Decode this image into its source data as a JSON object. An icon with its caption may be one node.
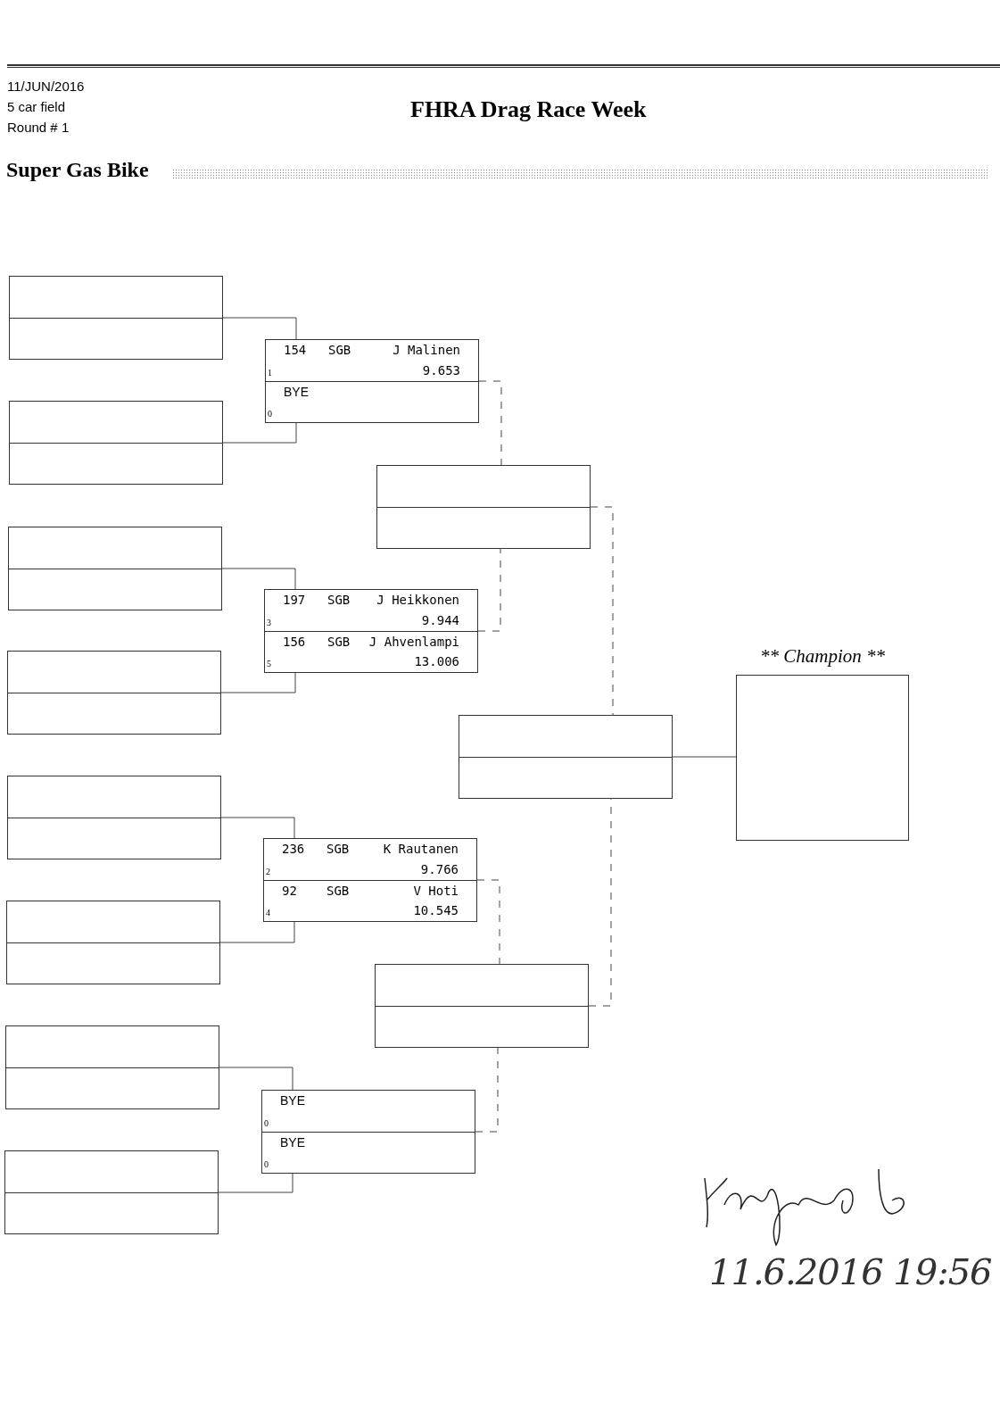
{
  "diagram": {
    "title": "FHRA Drag Race Week",
    "nodes": [
      {
        "text": [],
        "shape": "box"
      },
      {
        "text": [],
        "shape": "box"
      },
      {
        "text": [],
        "shape": "box"
      },
      {
        "text": [],
        "shape": "box"
      },
      {
        "text": [],
        "shape": "box"
      },
      {
        "text": [],
        "shape": "box"
      },
      {
        "text": [],
        "shape": "box"
      },
      {
        "text": [],
        "shape": "box"
      },
      {
        "text": [],
        "shape": "box"
      },
      {
        "text": [
          "154",
          "SGB",
          "J Malinen",
          "1",
          "9.653"
        ],
        "in": 8
      },
      {
        "text": [
          "BYE",
          "0"
        ],
        "in": 8
      },
      {
        "text": [],
        "shape": "box"
      },
      {
        "text": [
          "197",
          "SGB",
          "J Heikkonen",
          "3",
          "9.944"
        ],
        "in": 11
      },
      {
        "text": [
          "156",
          "SGB",
          "J Ahvenlampi",
          "5",
          "13.006"
        ],
        "in": 11
      },
      {
        "text": [],
        "shape": "box"
      },
      {
        "text": [
          "236",
          "SGB",
          "K Rautanen",
          "2",
          "9.766"
        ],
        "in": 14
      },
      {
        "text": [
          "92",
          "SGB",
          "V Hoti",
          "4",
          "10.545"
        ],
        "in": 14
      },
      {
        "text": [],
        "shape": "box"
      },
      {
        "text": [
          "BYE",
          "0"
        ],
        "in": 17
      },
      {
        "text": [
          "BYE",
          "0"
        ],
        "in": 17
      },
      {
        "text": [],
        "shape": "box"
      },
      {
        "text": [],
        "shape": "box"
      },
      {
        "text": [],
        "shape": "box"
      },
      {
        "text": [
          "** Champion **"
        ]
      }
    ],
    "edges": [
      {
        "from": 0,
        "to": 8,
        "arrow": "none"
      },
      {
        "from": 1,
        "to": 8,
        "arrow": "none"
      },
      {
        "from": 2,
        "to": 11,
        "arrow": "none"
      },
      {
        "from": 3,
        "to": 11,
        "arrow": "none"
      },
      {
        "from": 4,
        "to": 14,
        "arrow": "none"
      },
      {
        "from": 5,
        "to": 14,
        "arrow": "none"
      },
      {
        "from": 6,
        "to": 17,
        "arrow": "none"
      },
      {
        "from": 7,
        "to": 17,
        "arrow": "none"
      },
      {
        "from": 8,
        "to": 20,
        "arrow": "none",
        "style": "dashed"
      },
      {
        "from": 11,
        "to": 20,
        "arrow": "none",
        "style": "dashed"
      },
      {
        "from": 14,
        "to": 21,
        "arrow": "none",
        "style": "dashed"
      },
      {
        "from": 17,
        "to": 21,
        "arrow": "none",
        "style": "dashed"
      },
      {
        "from": 20,
        "to": 22,
        "arrow": "none",
        "style": "dashed"
      },
      {
        "from": 21,
        "to": 22,
        "arrow": "none",
        "style": "dashed"
      },
      {
        "from": 22,
        "to": 23,
        "arrow": "none"
      }
    ],
    "labels": [
      "11/JUN/2016",
      "5 car field",
      "Round # 1",
      "Super Gas Bike",
      "11.6.2016 19:56"
    ]
  }
}
